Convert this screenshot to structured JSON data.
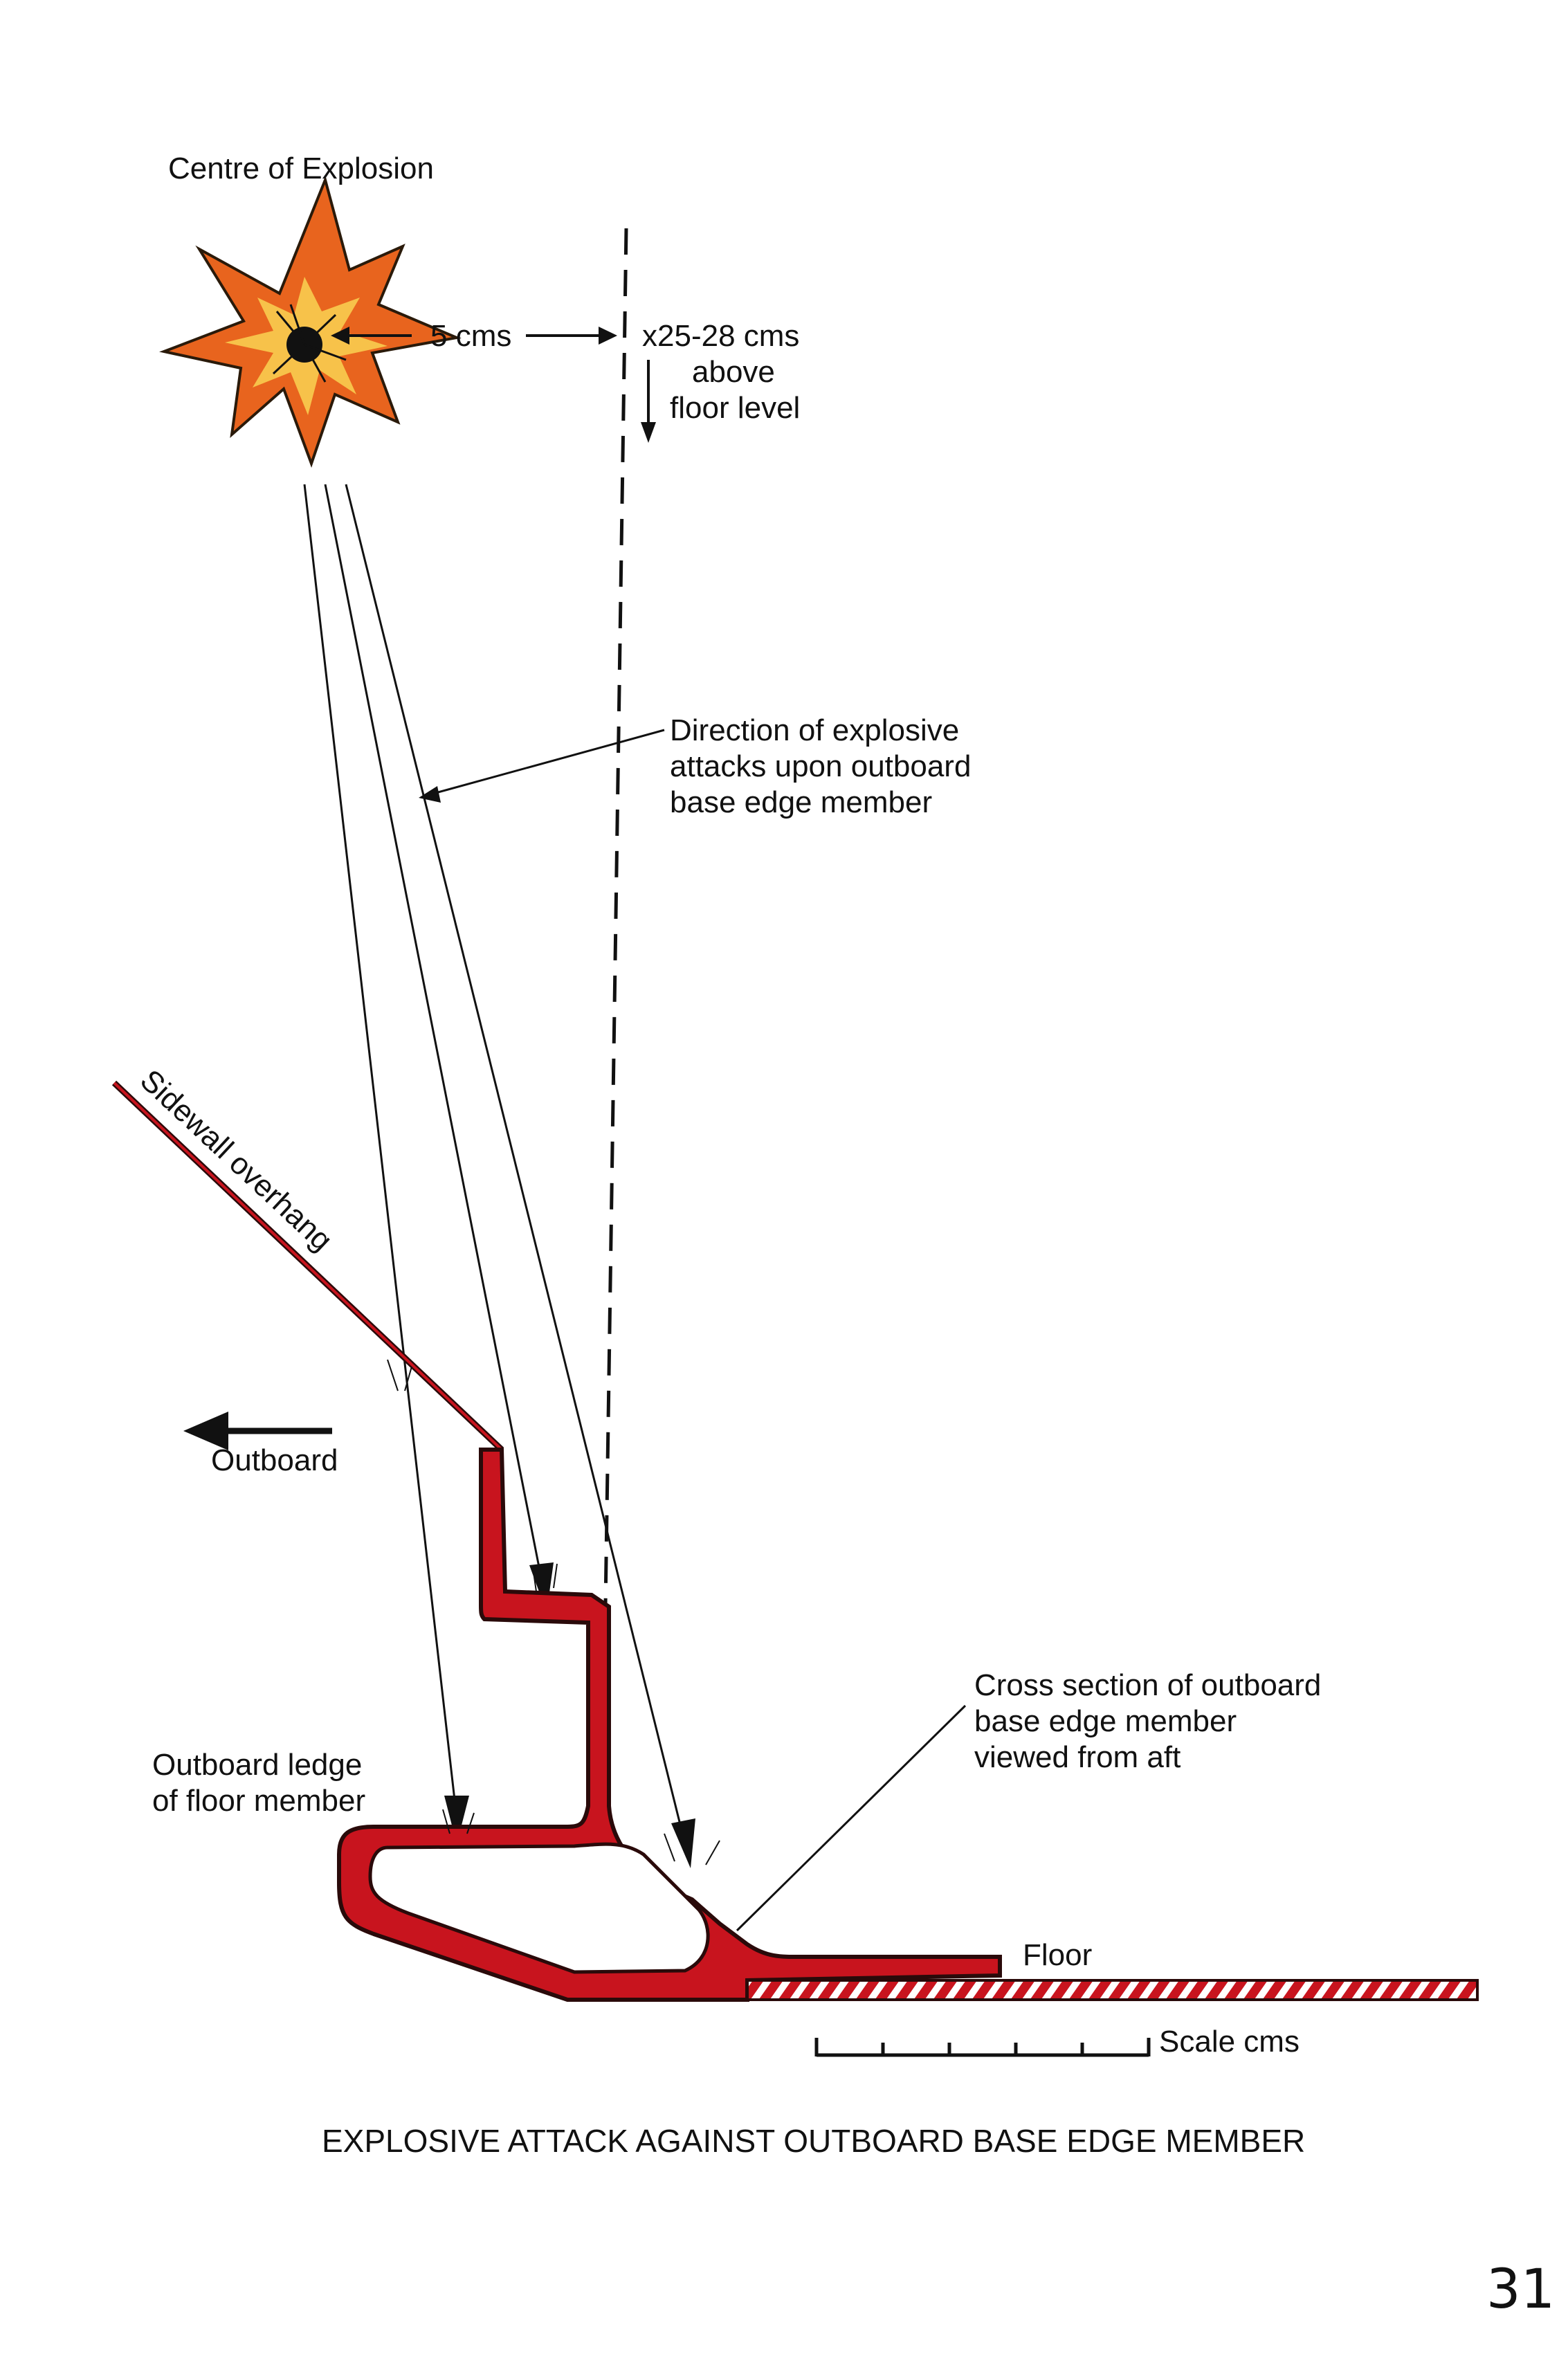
{
  "labels": {
    "centre_of_explosion": "Centre of Explosion",
    "distance_5cm": "5 cms",
    "height_line1": "x25-28 cms",
    "height_line2": "above",
    "height_line3": "floor level",
    "direction_line1": "Direction of explosive",
    "direction_line2": "attacks upon outboard",
    "direction_line3": "base edge member",
    "sidewall": "Sidewall overhang",
    "outboard": "Outboard",
    "ledge_line1": "Outboard ledge",
    "ledge_line2": "of floor member",
    "cross_line1": "Cross section of outboard",
    "cross_line2": "base edge member",
    "cross_line3": "viewed from aft",
    "floor": "Floor",
    "scale": "Scale cms"
  },
  "caption": "EXPLOSIVE ATTACK AGAINST OUTBOARD BASE EDGE MEMBER",
  "page_number": "31",
  "colors": {
    "member_fill": "#c8141e",
    "member_outline": "#2a0a0a",
    "explosion_outer": "#e8641e",
    "explosion_inner": "#f7c24a",
    "explosion_core": "#111111",
    "floor_hatch": "#c8141e"
  }
}
